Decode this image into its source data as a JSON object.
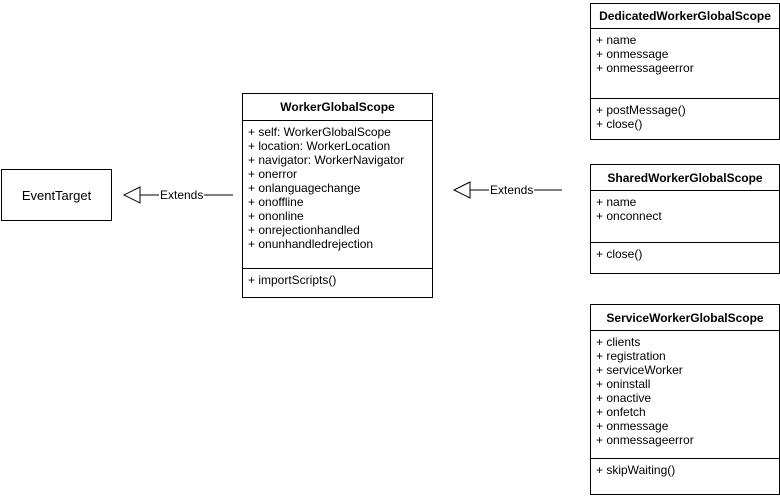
{
  "event_target": {
    "label": "EventTarget"
  },
  "worker_global_scope": {
    "title": "WorkerGlobalScope",
    "attributes": [
      "+ self: WorkerGlobalScope",
      "+ location: WorkerLocation",
      "+ navigator: WorkerNavigator",
      "+ onerror",
      "+ onlanguagechange",
      "+ onoffline",
      "+ ononline",
      "+ onrejectionhandled",
      "+ onunhandledrejection"
    ],
    "methods": [
      "+ importScripts()"
    ]
  },
  "dedicated": {
    "title": "DedicatedWorkerGlobalScope",
    "attributes": [
      "+ name",
      "+ onmessage",
      "+ onmessageerror"
    ],
    "methods": [
      "+ postMessage()",
      "+ close()"
    ]
  },
  "shared": {
    "title": "SharedWorkerGlobalScope",
    "attributes": [
      "+ name",
      "+ onconnect"
    ],
    "methods": [
      "+ close()"
    ]
  },
  "service": {
    "title": "ServiceWorkerGlobalScope",
    "attributes": [
      "+ clients",
      "+ registration",
      "+ serviceWorker",
      "+ oninstall",
      "+ onactive",
      "+ onfetch",
      "+ onmessage",
      "+ onmessageerror"
    ],
    "methods": [
      "+ skipWaiting()"
    ]
  },
  "edges": {
    "left_label": "Extends",
    "right_label": "Extends"
  }
}
